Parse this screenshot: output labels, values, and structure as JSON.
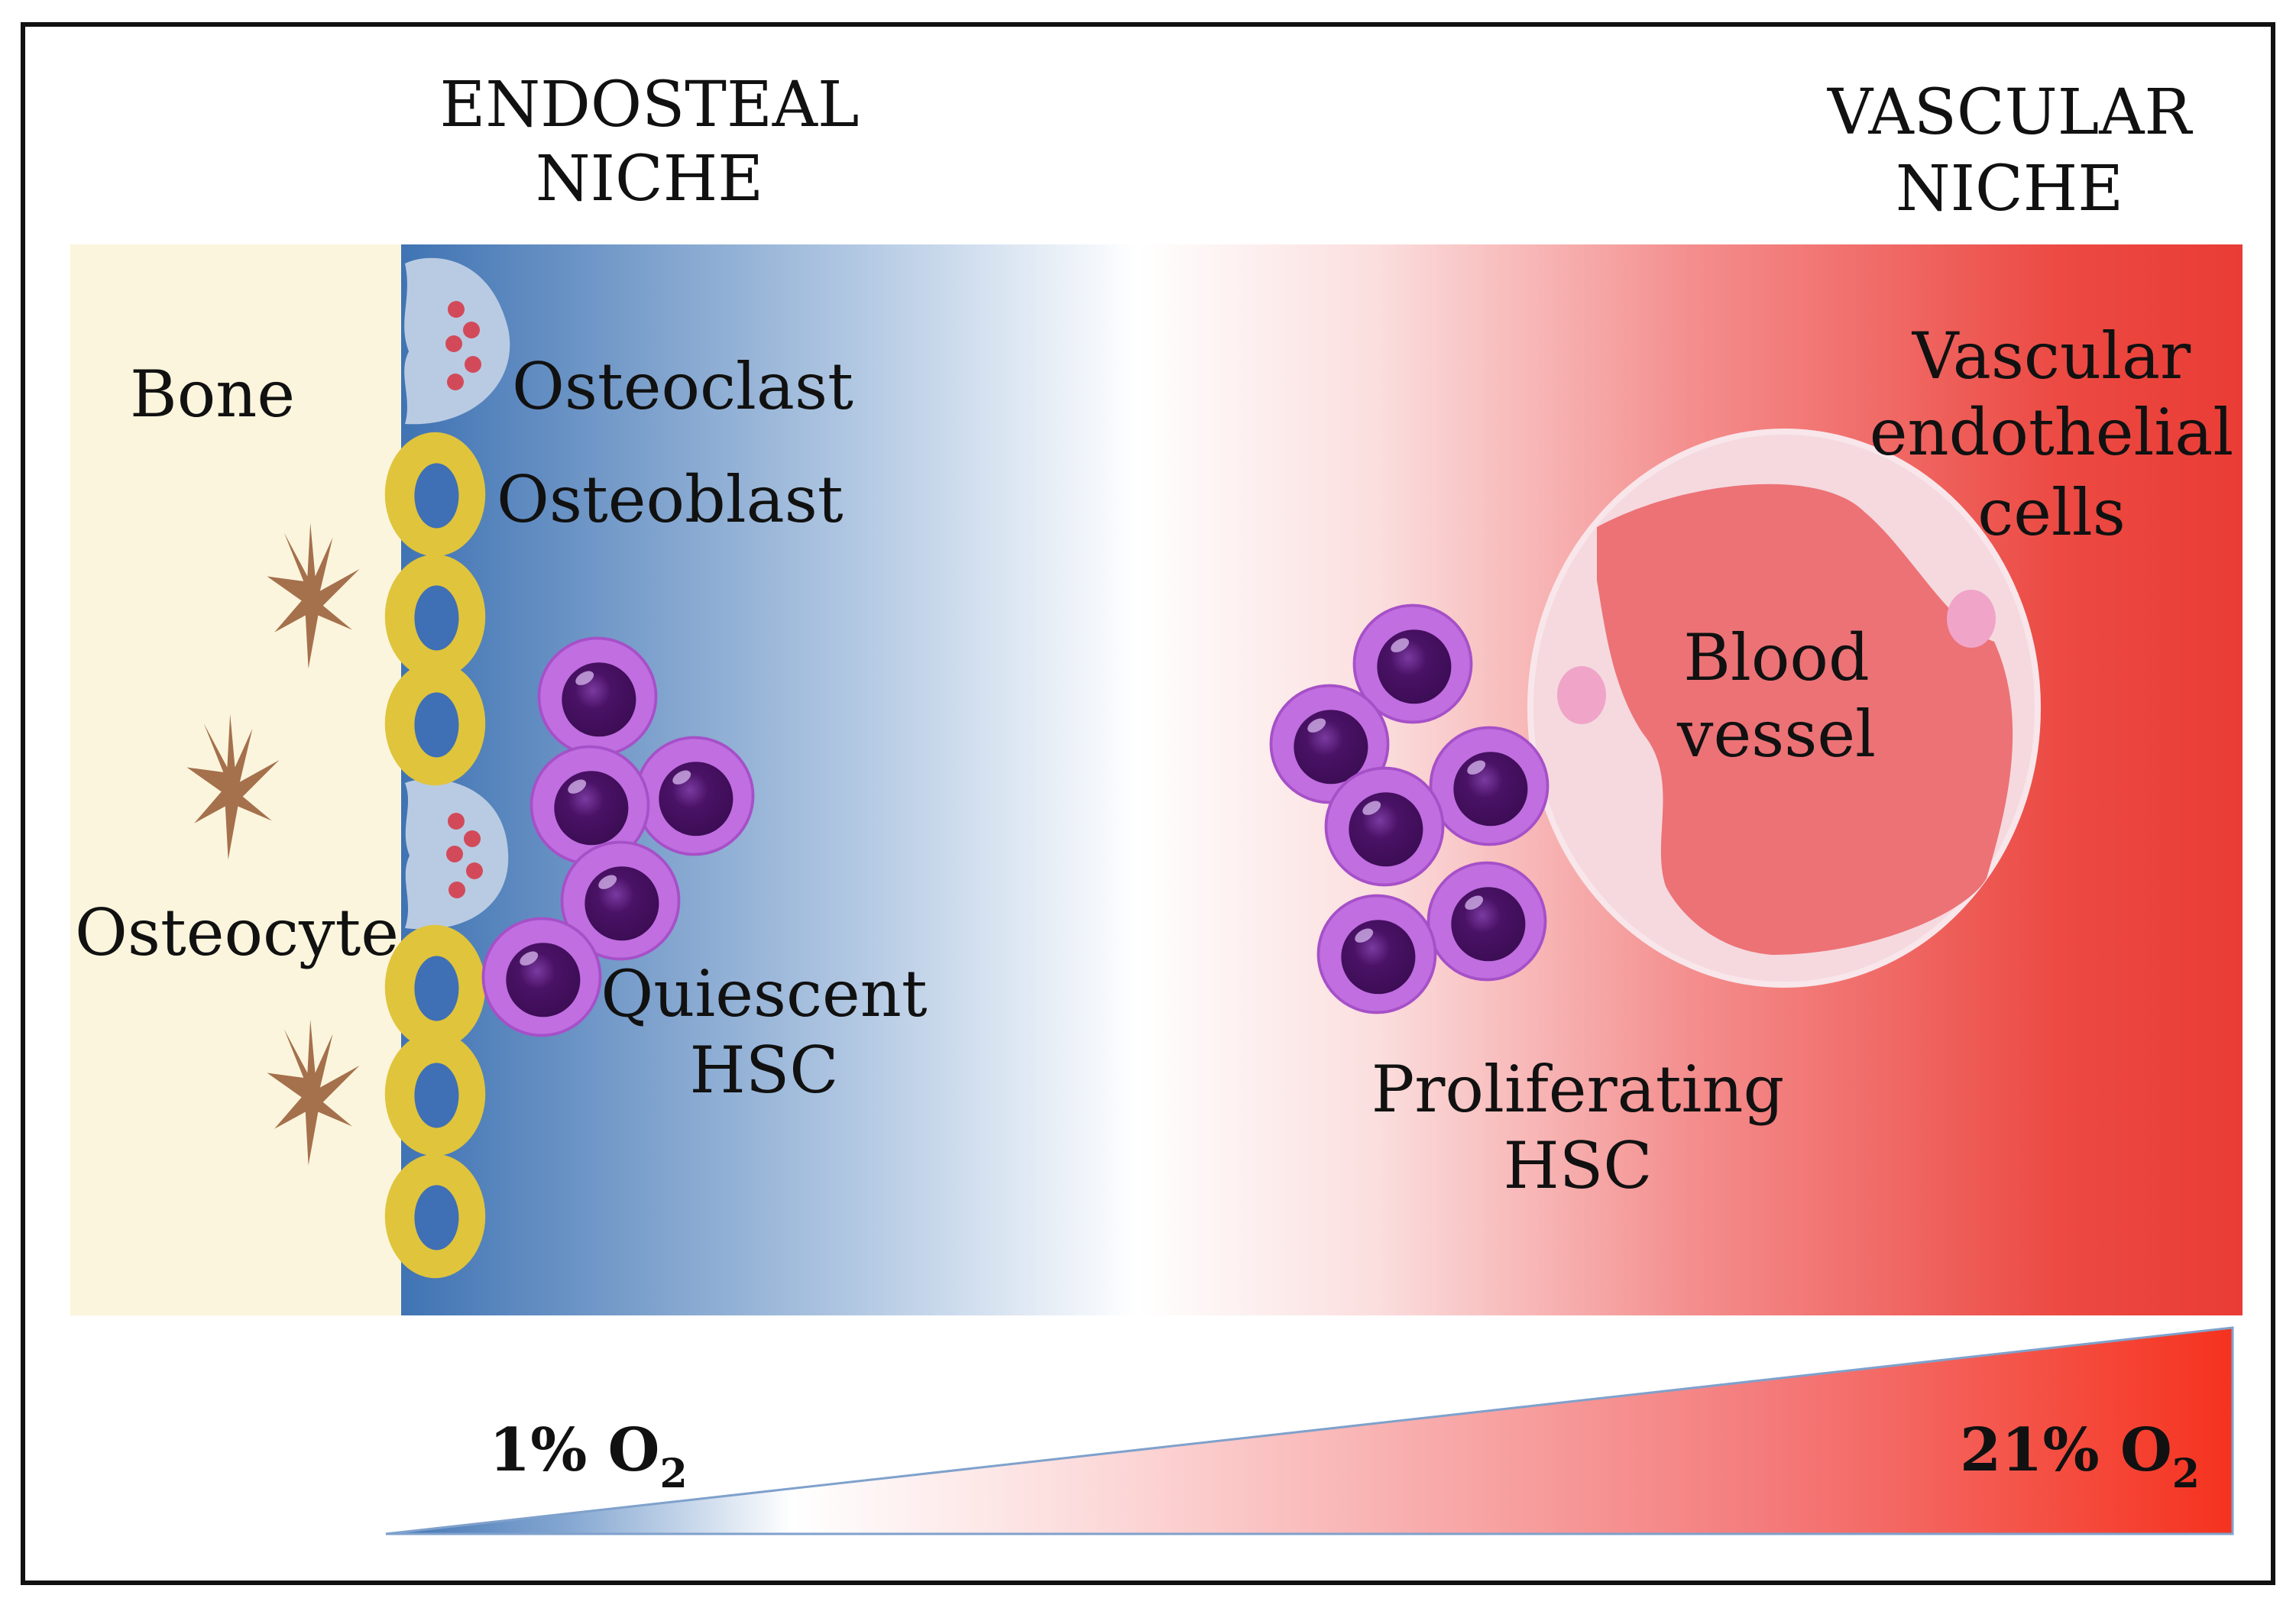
{
  "headers": {
    "endosteal_line1": "ENDOSTEAL",
    "endosteal_line2": "NICHE",
    "vascular_line1": "VASCULAR",
    "vascular_line2": "NICHE"
  },
  "labels": {
    "bone": "Bone",
    "osteoclast": "Osteoclast",
    "osteoblast": "Osteoblast",
    "osteocyte": "Osteocyte",
    "quiescent_line1": "Quiescent",
    "quiescent_line2": "HSC",
    "blood_line1": "Blood",
    "blood_line2": "vessel",
    "endothelial_line1": "Vascular",
    "endothelial_line2": "endothelial",
    "endothelial_line3": "cells",
    "proliferating_line1": "Proliferating",
    "proliferating_line2": "HSC"
  },
  "oxygen": {
    "low_value": "1% O",
    "low_sub": "2",
    "high_value": "21% O",
    "high_sub": "2"
  },
  "colors": {
    "bone": "#fbf5dd",
    "hypoxic_blue": "#3f73b3",
    "normoxic_red": "#ec3c34",
    "hsc_membrane": "#c06ee0",
    "hsc_nucleus": "#4a1266",
    "osteoblast": "#e0c43b",
    "osteoblast_nucleus": "#3f6fb5",
    "osteoclast": "#b9cbe2",
    "osteoclast_granule": "#d24a5a",
    "osteocyte": "#a5704c",
    "vessel_wall": "#f5d9de",
    "vessel_lumen": "#ec7276"
  }
}
